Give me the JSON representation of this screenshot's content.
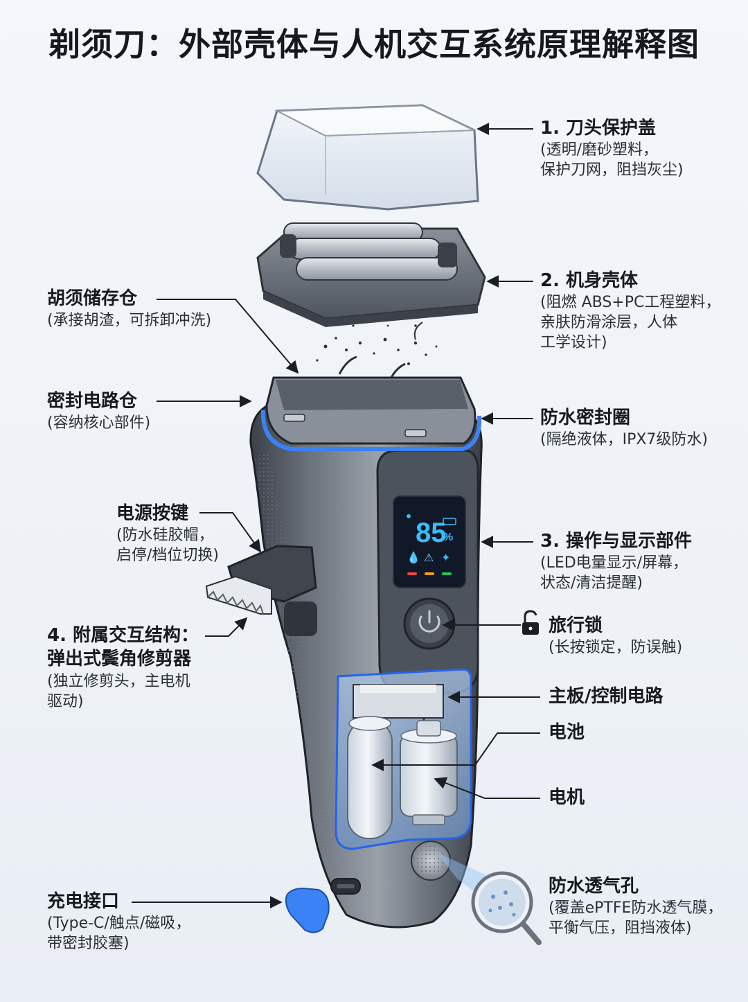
{
  "title": "剃须刀：外部壳体与人机交互系统原理解释图",
  "display": {
    "percent": "85",
    "unit": "%"
  },
  "labels": {
    "cover": {
      "h": "1. 刀头保护盖",
      "d1": "(透明/磨砂塑料，",
      "d2": "保护刀网，阻挡灰尘)"
    },
    "body": {
      "h": "2. 机身壳体",
      "d1": "(阻燃 ABS+PC工程塑料，",
      "d2": "亲肤防滑涂层，人体",
      "d3": "工学设计)"
    },
    "beard": {
      "h": "胡须储存仓",
      "d1": "(承接胡渣，可拆卸冲洗)"
    },
    "sealed": {
      "h": "密封电路仓",
      "d1": "(容纳核心部件)"
    },
    "seal_ring": {
      "h": "防水密封圈",
      "d1": "(隔绝液体，IPX7级防水)"
    },
    "power": {
      "h": "电源按键",
      "d1": "(防水硅胶帽，",
      "d2": "启停/档位切换)"
    },
    "display_part": {
      "h": "3. 操作与显示部件",
      "d1": "(LED电量显示/屏幕，",
      "d2": "状态/清洁提醒)"
    },
    "travel_lock": {
      "h": "旅行锁",
      "d1": "(长按锁定，防误触)"
    },
    "trimmer": {
      "h1": "4. 附属交互结构：",
      "h2": "弹出式鬓角修剪器",
      "d1": "(独立修剪头，主电机",
      "d2": "驱动)"
    },
    "board": {
      "h": "主板/控制电路"
    },
    "battery": {
      "h": "电池"
    },
    "motor": {
      "h": "电机"
    },
    "vent": {
      "h": "防水透气孔",
      "d1": "(覆盖ePTFE防水透气膜，",
      "d2": "平衡气压，阻挡液体)"
    },
    "charge": {
      "h": "充电接口",
      "d1": "(Type-C/触点/磁吸，",
      "d2": "带密封胶塞)"
    }
  },
  "colors": {
    "body": "#6b7280",
    "body_dark": "#3a3f48",
    "accent_blue": "#3b82f6",
    "led_blue": "#38bdf8",
    "display_bg": "#111827"
  }
}
